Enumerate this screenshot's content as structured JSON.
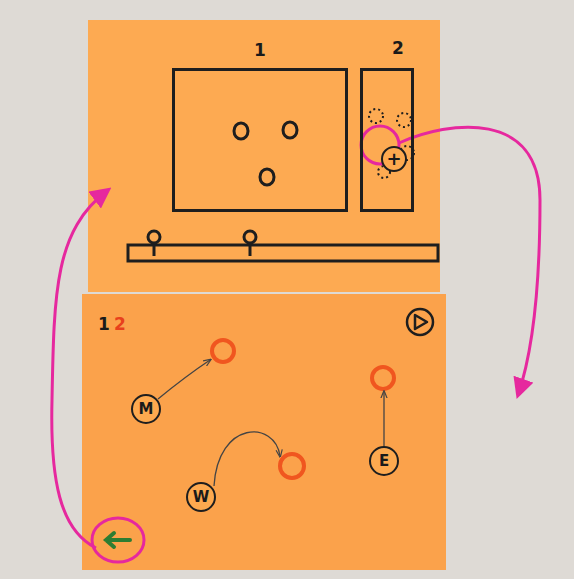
{
  "diagram": {
    "nodes": [
      {
        "text": [
          "1"
        ]
      },
      {
        "text": [
          "2"
        ]
      },
      {
        "text": [
          "+"
        ],
        "in": 1
      },
      {
        "text": [
          "M"
        ]
      },
      {
        "text": [
          "W"
        ]
      },
      {
        "text": [
          "E"
        ]
      }
    ],
    "labels": [
      "1",
      "2"
    ]
  }
}
